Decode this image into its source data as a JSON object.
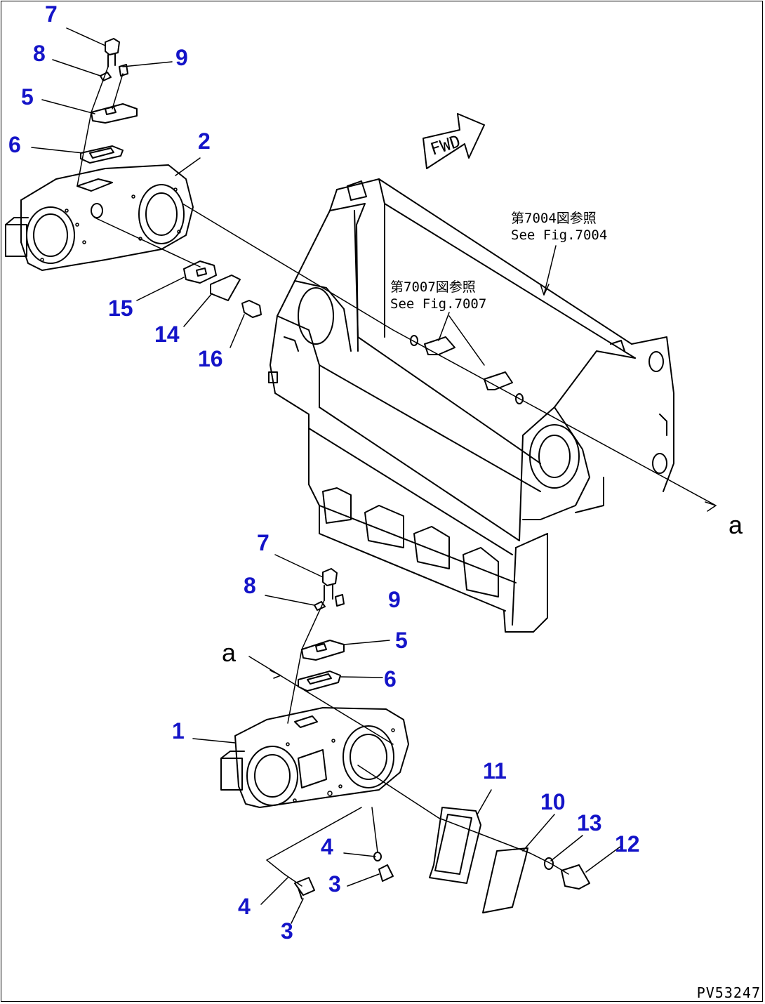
{
  "callouts": {
    "top_7": "7",
    "top_8": "8",
    "top_9": "9",
    "top_5": "5",
    "top_6": "6",
    "top_2": "2",
    "top_15": "15",
    "top_14": "14",
    "top_16": "16",
    "bot_7": "7",
    "bot_8": "8",
    "bot_9": "9",
    "bot_5": "5",
    "bot_6": "6",
    "bot_1": "1",
    "bot_4a": "4",
    "bot_3a": "3",
    "bot_4b": "4",
    "bot_3b": "3",
    "bot_11": "11",
    "bot_10": "10",
    "bot_13": "13",
    "bot_12": "12"
  },
  "references": {
    "fig7004_jp": "第7004図参照",
    "fig7004_en": "See Fig.7004",
    "fig7007_jp": "第7007図参照",
    "fig7007_en": "See Fig.7007"
  },
  "markers": {
    "a_right": "a",
    "a_left": "a"
  },
  "forward_label": "FWD",
  "drawing_id": "PV53247",
  "colors": {
    "callout": "#1414c8",
    "line": "#000000",
    "background": "#ffffff"
  }
}
